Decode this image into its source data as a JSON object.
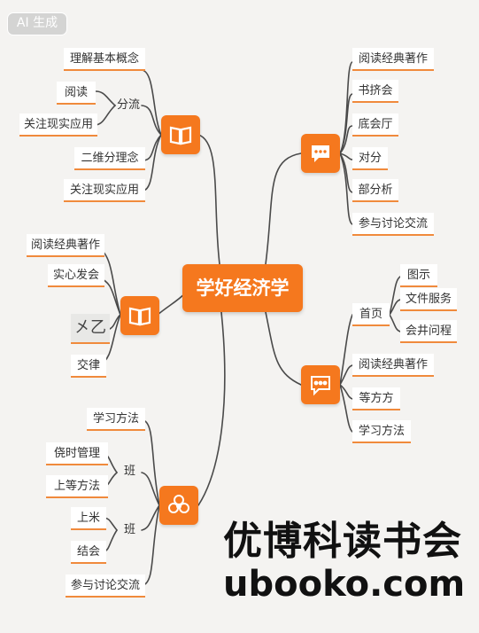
{
  "badge": "AI 生成",
  "center": "学好经济学",
  "branches": {
    "left_top": {
      "nodes": [
        "理解基本概念",
        "阅读",
        "关注现实应用",
        "二维分理念",
        "关注现实应用"
      ],
      "label": "分流"
    },
    "right_top": {
      "nodes": [
        "阅读经典著作",
        "书挤会",
        "底会厅",
        "对分",
        "部分析",
        "参与讨论交流"
      ]
    },
    "left_mid": {
      "nodes": [
        "阅读经典著作",
        "实心发会",
        "交律"
      ],
      "glyph": "㐅乙"
    },
    "right_bottom": {
      "first": "首页",
      "sub": [
        "图示",
        "文件服务",
        "会井问程"
      ],
      "nodes": [
        "阅读经典著作",
        "等方方",
        "学习方法"
      ]
    },
    "left_bottom": {
      "nodes": [
        "学习方法",
        "侥时管理",
        "上等方法",
        "上米",
        "结会",
        "参与讨论交流"
      ],
      "labels": [
        "班",
        "班"
      ]
    }
  },
  "icons": {
    "left_top": "book-icon",
    "right_top": "chat-icon",
    "left_mid": "book-icon",
    "right_bottom": "chat-icon",
    "left_bottom": "flower-icon"
  },
  "colors": {
    "accent": "#f5781e",
    "line": "#4a4a4a",
    "underline": "#f08a3c",
    "background": "#f4f3f1"
  },
  "watermark": {
    "line1": "优博科读书会",
    "line2": "ubooko.com"
  }
}
